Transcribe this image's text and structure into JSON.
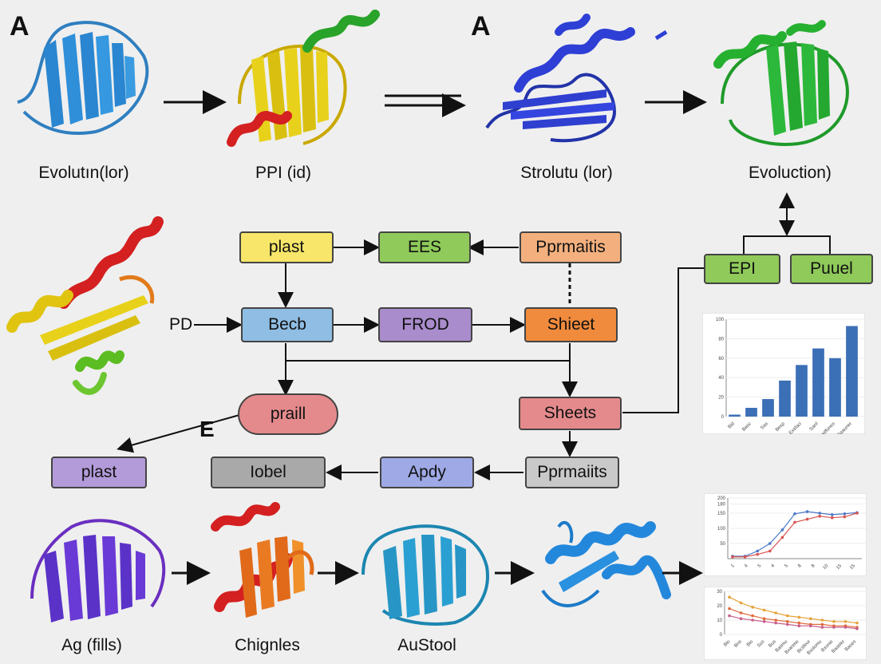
{
  "panel_labels": {
    "left": "A",
    "right": "A",
    "middle": "E"
  },
  "top_row_captions": [
    "Evolutın(lor)",
    "PPI (id)",
    "Strolutu (lor)",
    "Evoluction)"
  ],
  "bottom_row_captions": [
    "Ag (fills)",
    "Chignles",
    "AuStool"
  ],
  "flow": {
    "input_label": "PD",
    "boxes": {
      "plast_top": "plast",
      "ees": "EES",
      "pprmaitis_top": "Pprmaitis",
      "becb": "Becb",
      "frod": "FROD",
      "shieet": "Shieet",
      "praill": "praill",
      "sheets": "Sheets",
      "plast_bottom": "plast",
      "iobel": "Iobel",
      "apdy": "Apdy",
      "pprmaits_bottom": "Pprmaiits",
      "epi": "EPI",
      "puuel": "Puuel"
    }
  },
  "colors": {
    "yellow": "#f7e66a",
    "green": "#8fca5a",
    "peach": "#f3b07e",
    "blue": "#8fbde3",
    "purple": "#a98ccc",
    "orange": "#f08a3c",
    "pink": "#e58a8c",
    "violet": "#b39ad9",
    "gray": "#a9a9a9",
    "periwinkle": "#9ea9e6",
    "lightgray": "#c9c9c9"
  },
  "chart_data": [
    {
      "type": "bar",
      "y_ticks": [
        "100",
        "80",
        "60",
        "40",
        "20",
        "0"
      ],
      "ylim": [
        0,
        100
      ],
      "categories": [
        "Bid",
        "Basc",
        "Sas",
        "Besp",
        "Exsfaci",
        "Sarrl",
        "Bsdfunes",
        "Saauner"
      ],
      "values": [
        2,
        9,
        18,
        37,
        53,
        70,
        60,
        93
      ],
      "color": "#3b6fb6"
    },
    {
      "type": "line",
      "y_ticks": [
        "200",
        "180",
        "150",
        "100",
        "50"
      ],
      "ylim": [
        0,
        200
      ],
      "x_ticks": [
        "1",
        "4",
        "5",
        "4",
        "5",
        "8",
        "8",
        "10",
        "15",
        "15"
      ],
      "series": [
        {
          "values": [
            8,
            8,
            25,
            50,
            95,
            148,
            155,
            150,
            145,
            148,
            152
          ],
          "color": "#4a78c8"
        },
        {
          "values": [
            6,
            6,
            14,
            25,
            70,
            120,
            130,
            140,
            135,
            138,
            150
          ],
          "color": "#d9534f"
        }
      ]
    },
    {
      "type": "line",
      "y_ticks": [
        "30",
        "20",
        "10",
        "0"
      ],
      "ylim": [
        0,
        30
      ],
      "x_ticks": [
        "Bio",
        "Bns",
        "Bio",
        "Sus",
        "Bus",
        "Basmu",
        "Bxanme",
        "Bcsfeur",
        "Bxolomu",
        "Bxonie",
        "Baasler",
        "Baoes"
      ],
      "series": [
        {
          "values": [
            26,
            22,
            19,
            17,
            15,
            13,
            12,
            11,
            10,
            9,
            9,
            8
          ],
          "color": "#e5a33a"
        },
        {
          "values": [
            18,
            15,
            13,
            11,
            10,
            9,
            8,
            7,
            7,
            6,
            6,
            5
          ],
          "color": "#e06a3a"
        },
        {
          "values": [
            13,
            11,
            10,
            9,
            8,
            7,
            6,
            6,
            5,
            5,
            5,
            4
          ],
          "color": "#c65f8a"
        }
      ]
    }
  ]
}
